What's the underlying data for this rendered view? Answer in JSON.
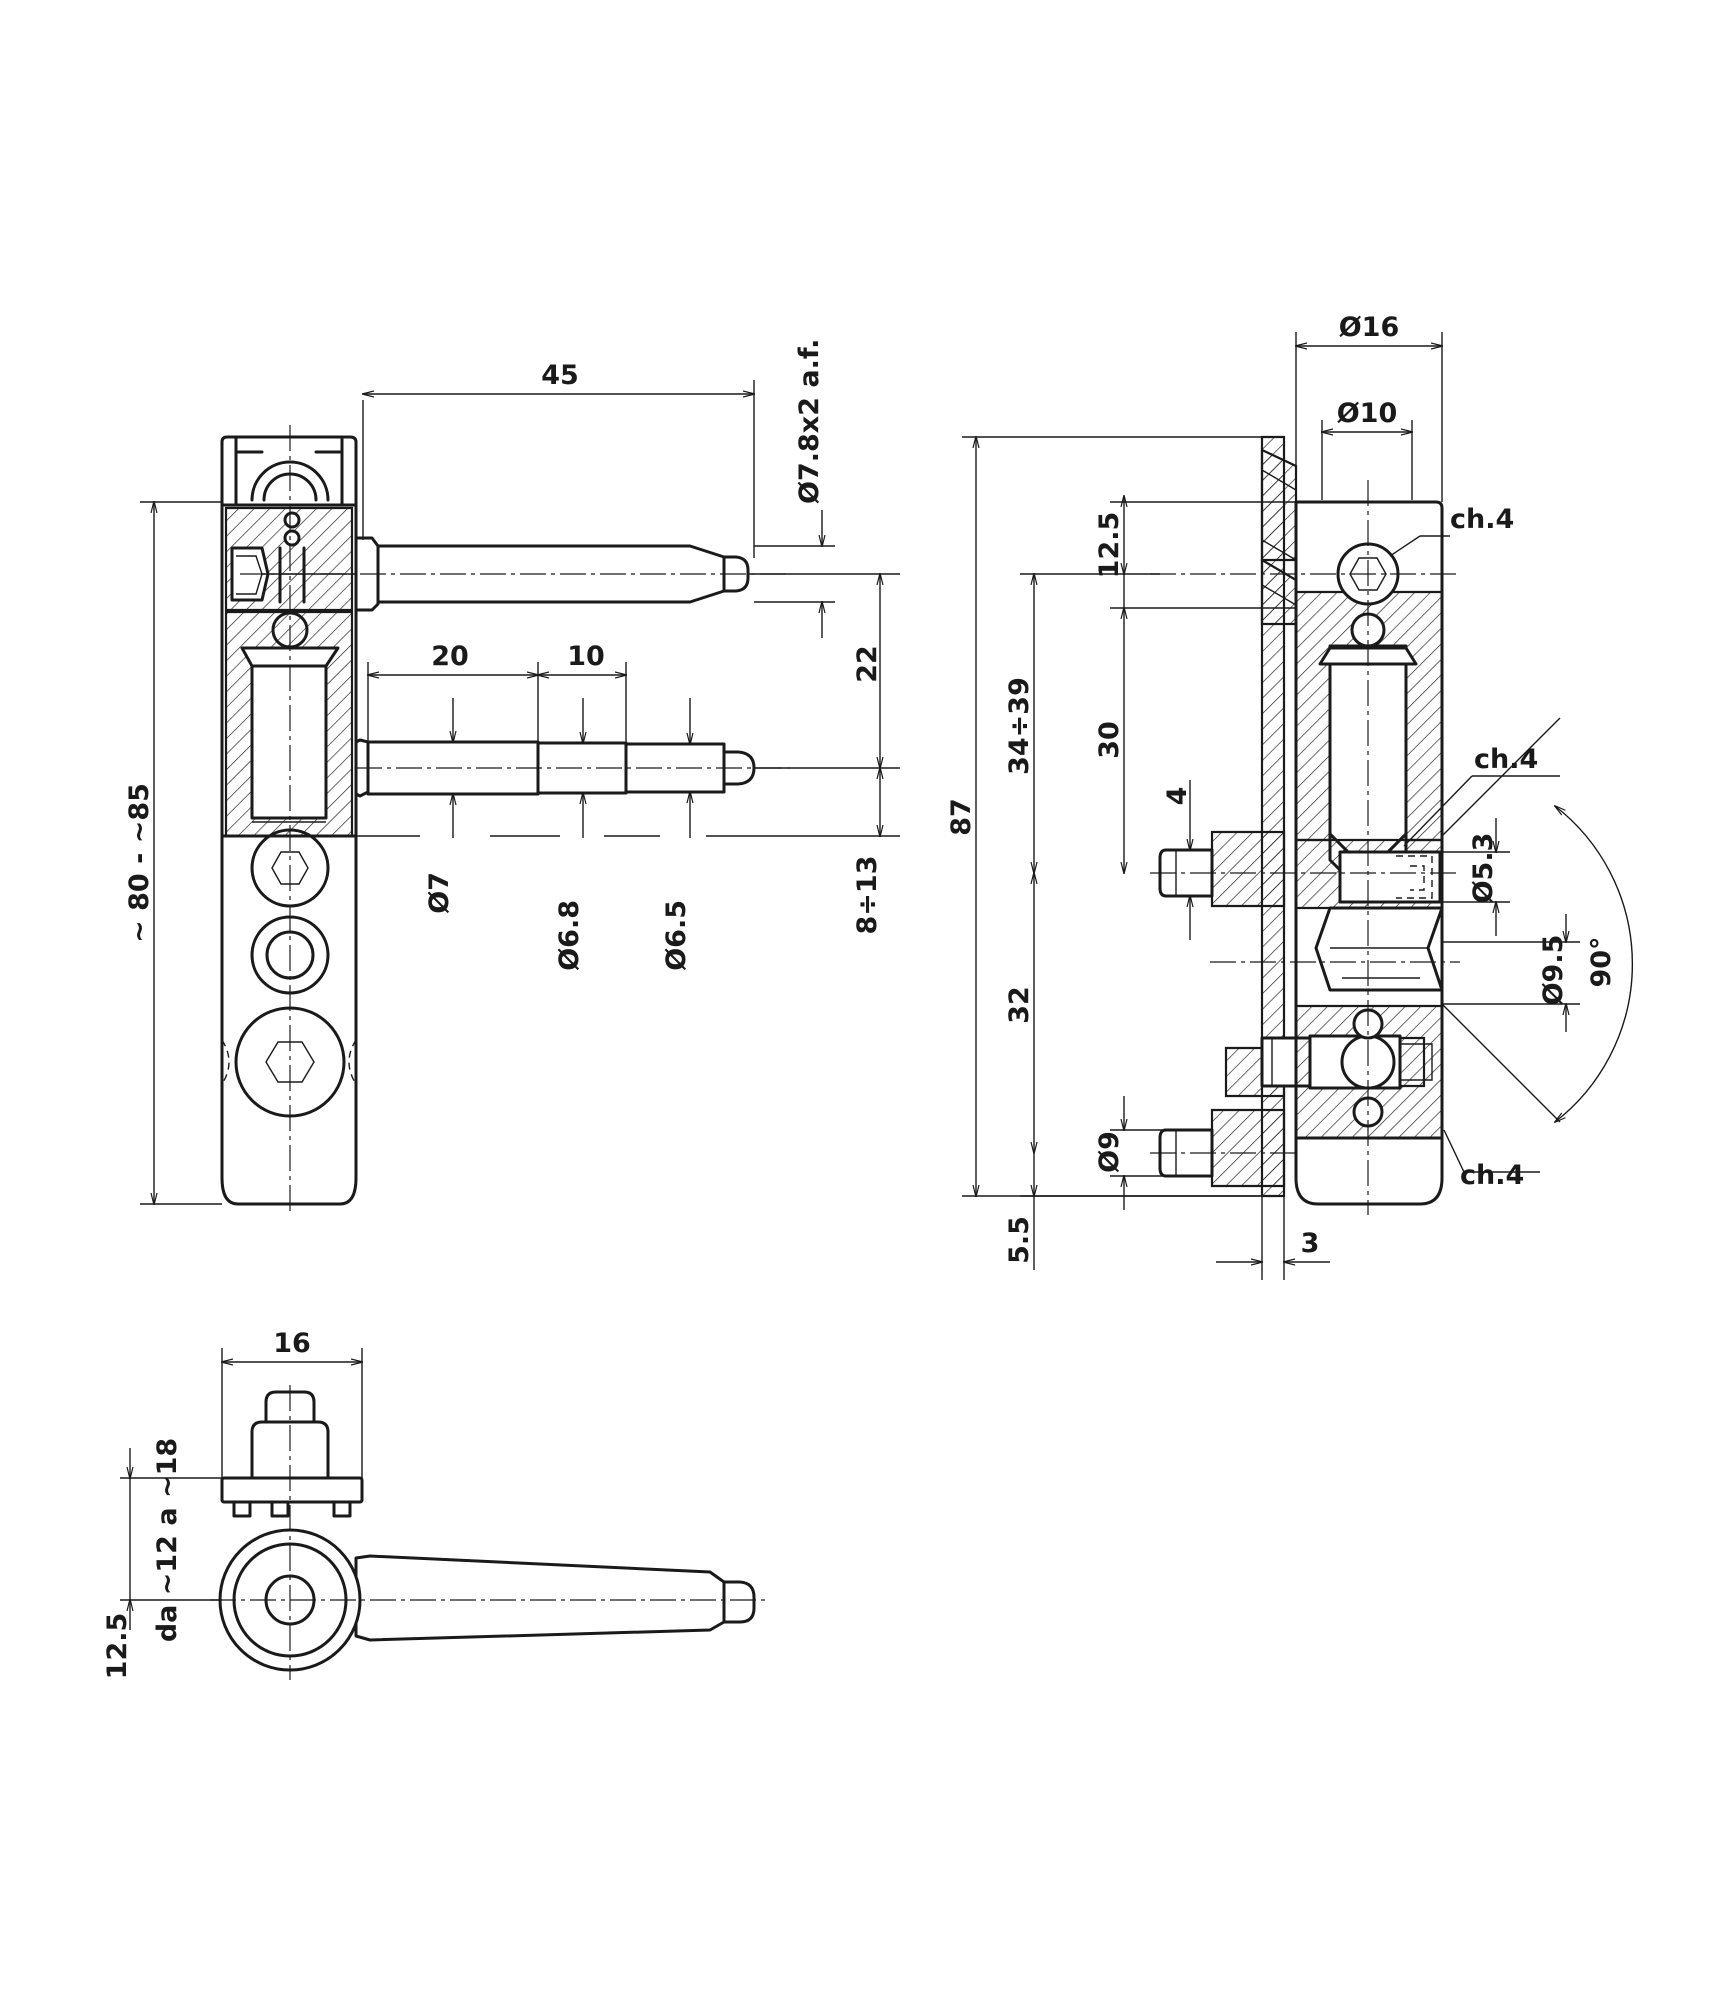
{
  "dimensions": {
    "front": {
      "length_45": "45",
      "pin_dia_af": "Ø7.8x2 a.f.",
      "seg_20": "20",
      "seg_10": "10",
      "pin_spacing_22": "22",
      "range_8_13": "8÷13",
      "dia_7": "Ø7",
      "dia_6_8": "Ø6.8",
      "dia_6_5": "Ø6.5",
      "height_80_85": "~ 80 - ~85"
    },
    "side": {
      "dia_16": "Ø16",
      "dia_10": "Ø10",
      "offset_12_5": "12.5",
      "chamfer_top": "ch.4",
      "height_87": "87",
      "range_34_39": "34÷39",
      "len_30": "30",
      "len_4": "4",
      "chamfer_mid": "ch.4",
      "dia_5_3": "Ø5.3",
      "dia_9_5": "Ø9.5",
      "angle_90": "90°",
      "len_32": "32",
      "dia_9": "Ø9",
      "chamfer_bottom": "ch.4",
      "len_5_5": "5.5",
      "len_3": "3"
    },
    "top": {
      "width_16": "16",
      "range_12_18": "da ~12 a ~18",
      "offset_12_5": "12.5"
    }
  }
}
